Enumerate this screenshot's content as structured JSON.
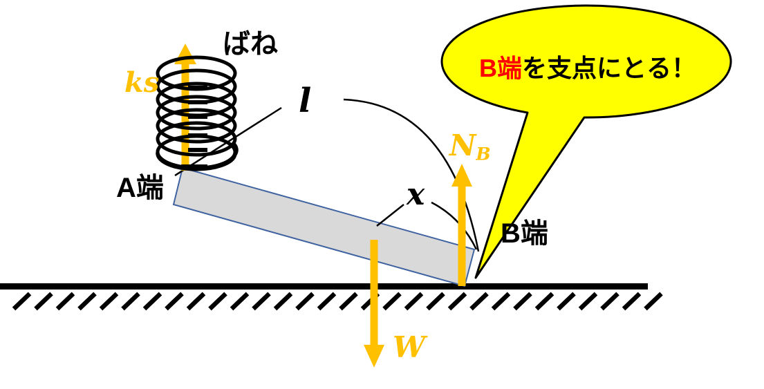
{
  "labels": {
    "spring_name": "ばね",
    "spring_force": "ks",
    "end_a": "A端",
    "end_b": "B端",
    "beam_length": "l",
    "distance_x": "x",
    "weight": "W",
    "normal_force_main": "N",
    "normal_force_sub": "B"
  },
  "callout": {
    "highlight": "B端",
    "rest": "を支点にとる！"
  },
  "colors": {
    "force_accent": "#FFC000",
    "callout_fill": "#FFFF00",
    "callout_highlight": "#FF0000",
    "beam_fill": "#D9D9D9",
    "beam_stroke": "#3F62A0",
    "ink": "#000000"
  }
}
